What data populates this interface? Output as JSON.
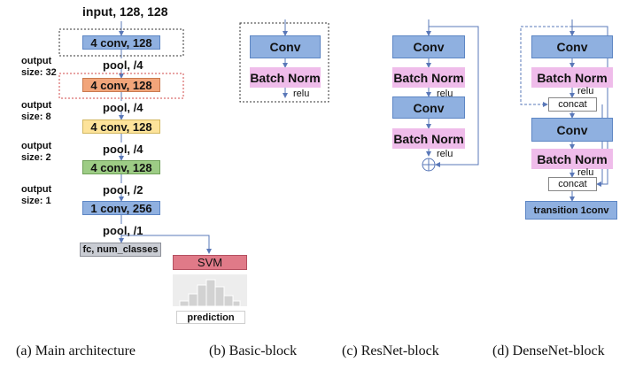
{
  "main": {
    "input_label": "input, 128, 128",
    "blocks": [
      "4 conv, 128",
      "4 conv, 128",
      "4 conv, 128",
      "4 conv, 128",
      "1 conv, 256"
    ],
    "block_colors": [
      "#8fb0e0",
      "#f2a57a",
      "#fde39a",
      "#9dcc85",
      "#8fb0e0"
    ],
    "pools": [
      "pool, /4",
      "pool, /4",
      "pool, /4",
      "pool, /2",
      "pool, /1"
    ],
    "output_sizes": [
      {
        "line1": "output",
        "line2": "size: 32"
      },
      {
        "line1": "output",
        "line2": "size: 8"
      },
      {
        "line1": "output",
        "line2": "size: 2"
      },
      {
        "line1": "output",
        "line2": "size: 1"
      }
    ],
    "fc": "fc, num_classes",
    "svm": "SVM",
    "prediction": "prediction"
  },
  "basic": {
    "conv": "Conv",
    "bn": "Batch Norm",
    "relu": "relu"
  },
  "resnet": {
    "conv1": "Conv",
    "bn1": "Batch Norm",
    "relu1": "relu",
    "conv2": "Conv",
    "bn2": "Batch Norm",
    "relu2": "relu"
  },
  "densenet": {
    "conv1": "Conv",
    "bn1": "Batch Norm",
    "relu1": "relu",
    "concat1": "concat",
    "conv2": "Conv",
    "bn2": "Batch Norm",
    "relu2": "relu",
    "concat2": "concat",
    "transition": "transition 1conv"
  },
  "captions": {
    "a": "(a)    Main architecture",
    "b": "(b) Basic-block",
    "c": "(c) ResNet-block",
    "d": "(d) DenseNet-block"
  },
  "colors": {
    "conv_blue": "#8fb0e0",
    "bn_pink": "#efbcea",
    "svm_red": "#e07a88",
    "fc_gray": "#c9ccd3",
    "arrow": "#5a78b8"
  }
}
